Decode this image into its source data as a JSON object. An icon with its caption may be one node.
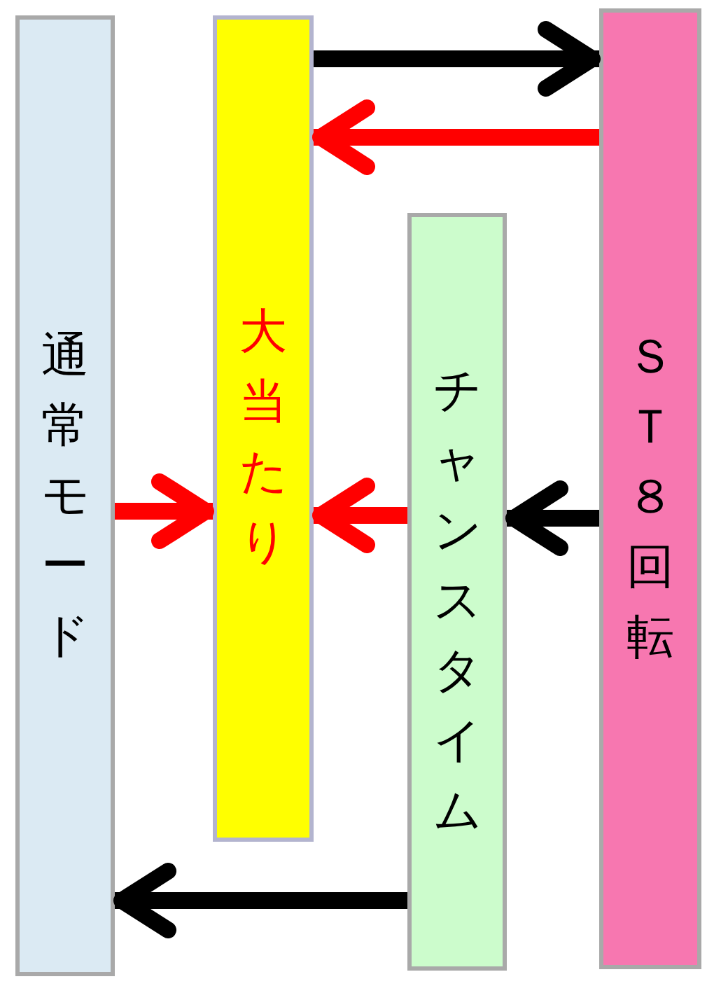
{
  "diagram": {
    "nodes": [
      {
        "text": [
          "通常モード"
        ]
      },
      {
        "text": [
          "大当たり"
        ]
      },
      {
        "text": [
          "チャンスタイム"
        ]
      },
      {
        "text": [
          "ＳＴ８回転"
        ]
      }
    ],
    "edges": [
      {
        "from": 1,
        "to": 3,
        "arrow": "to",
        "color": "#000000"
      },
      {
        "from": 3,
        "to": 1,
        "arrow": "to",
        "color": "#ff0000"
      },
      {
        "from": 0,
        "to": 1,
        "arrow": "to",
        "color": "#ff0000"
      },
      {
        "from": 2,
        "to": 1,
        "arrow": "to",
        "color": "#ff0000"
      },
      {
        "from": 3,
        "to": 2,
        "arrow": "to",
        "color": "#000000"
      },
      {
        "from": 2,
        "to": 0,
        "arrow": "to",
        "color": "#000000"
      }
    ]
  }
}
